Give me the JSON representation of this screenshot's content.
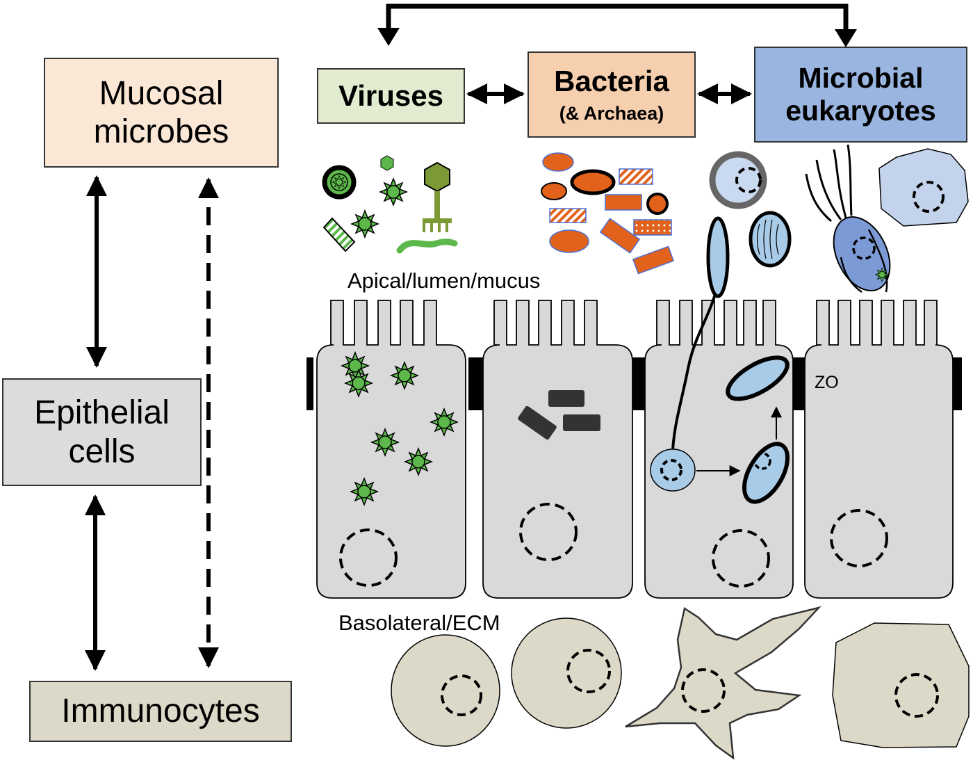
{
  "left_panel": {
    "mucosal_microbes": "Mucosal microbes",
    "epithelial_cells": "Epithelial cells",
    "immunocytes": "Immunocytes"
  },
  "microbe_groups": {
    "viruses": "Viruses",
    "bacteria": "Bacteria",
    "bacteria_sub": "(& Archaea)",
    "eukaryotes": "Microbial eukaryotes"
  },
  "labels": {
    "apical": "Apical/lumen/mucus",
    "basolateral": "Basolateral/ECM",
    "zo": "ZO"
  },
  "colors": {
    "virus_green": "#5cb84a",
    "phage_olive": "#7b9a35",
    "bacteria_orange": "#e2621b",
    "cell_gray": "#d9d9d9",
    "protist_blue": "#a8cbe8",
    "immune_tan": "#dcd9c8"
  },
  "icons": [
    "bidirectional-arrow",
    "dashed-arrow",
    "virion-icon",
    "phage-icon",
    "bacterium-icon",
    "protist-icon",
    "nucleus-icon"
  ]
}
